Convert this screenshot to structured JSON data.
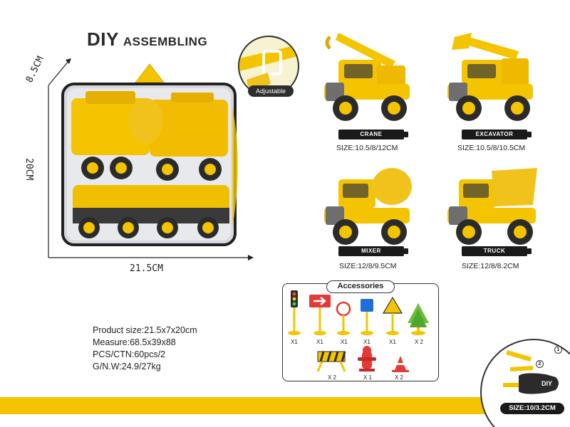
{
  "header": {
    "title_brand": "DIY",
    "title_rest": "ASSEMBLING"
  },
  "bag": {
    "width_label": "21.5CM",
    "depth_label": "8.5CM",
    "height_label": "20CM"
  },
  "specs": {
    "product_size": "Product size:21.5x7x20cm",
    "measure": "Measure:68.5x39x88",
    "pcs_ctn": "PCS/CTN:60pcs/2",
    "gw_nw": "G/N.W:24.9/27kg"
  },
  "adjustable": {
    "label": "Adjustable"
  },
  "trucks": [
    {
      "name": "CRANE",
      "size": "SIZE:10.5/8/12CM"
    },
    {
      "name": "EXCAVATOR",
      "size": "SIZE:10.5/8/10.5CM"
    },
    {
      "name": "MIXER",
      "size": "SIZE:12/8/9.5CM"
    },
    {
      "name": "TRUCK",
      "size": "SIZE:12/8/8.2CM"
    }
  ],
  "accessories": {
    "title": "Accessories",
    "items": [
      {
        "qty": "X1"
      },
      {
        "qty": "X1"
      },
      {
        "qty": "X1"
      },
      {
        "qty": "X1"
      },
      {
        "qty": "X1"
      },
      {
        "qty": "X 2"
      },
      {
        "qty": "X 2"
      },
      {
        "qty": "X 1"
      },
      {
        "qty": "X 2"
      }
    ]
  },
  "tool": {
    "size": "SIZE:10/3.2CM",
    "badge_1": "1",
    "badge_2": "2",
    "driver_text": "DIY"
  },
  "colors": {
    "yellow": "#f5c400",
    "dark": "#2d2d2d",
    "grey": "#6e6e6e"
  }
}
